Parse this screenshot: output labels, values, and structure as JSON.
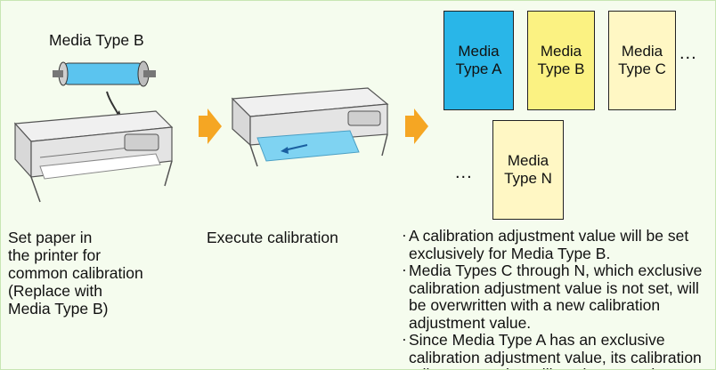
{
  "step1": {
    "media_label": "Media Type B",
    "caption": "Set paper in\nthe printer for\ncommon calibration\n(Replace with\nMedia Type B)"
  },
  "step2": {
    "caption": "Execute calibration"
  },
  "result": {
    "cards": [
      {
        "label": "Media\nType A",
        "color": "#29b6e8"
      },
      {
        "label": "Media\nType B",
        "color": "#fbf282"
      },
      {
        "label": "Media\nType C",
        "color": "#fff7c4"
      },
      {
        "label": "Media\nType N",
        "color": "#fff7c4"
      }
    ],
    "ellipsis_top": "...",
    "ellipsis_bottom": "...",
    "notes": [
      "A calibration adjustment value will be set exclusively for Media Type B.",
      "Media Types C through N, which exclusive calibration adjustment value is not set, will be overwritten with a new calibration adjustment value.",
      "Since Media Type A has an exclusive calibration adjustment value, its calibration adjustment value will not be overwritten."
    ]
  },
  "colors": {
    "background": "#f5fcee",
    "arrow": "#f5a623",
    "printer_body": "#e6e6e6",
    "paper": "#7fd3f2"
  },
  "icons": [
    "paper-roll-icon",
    "printer-icon",
    "right-arrow-icon",
    "printer-calibrating-icon"
  ]
}
